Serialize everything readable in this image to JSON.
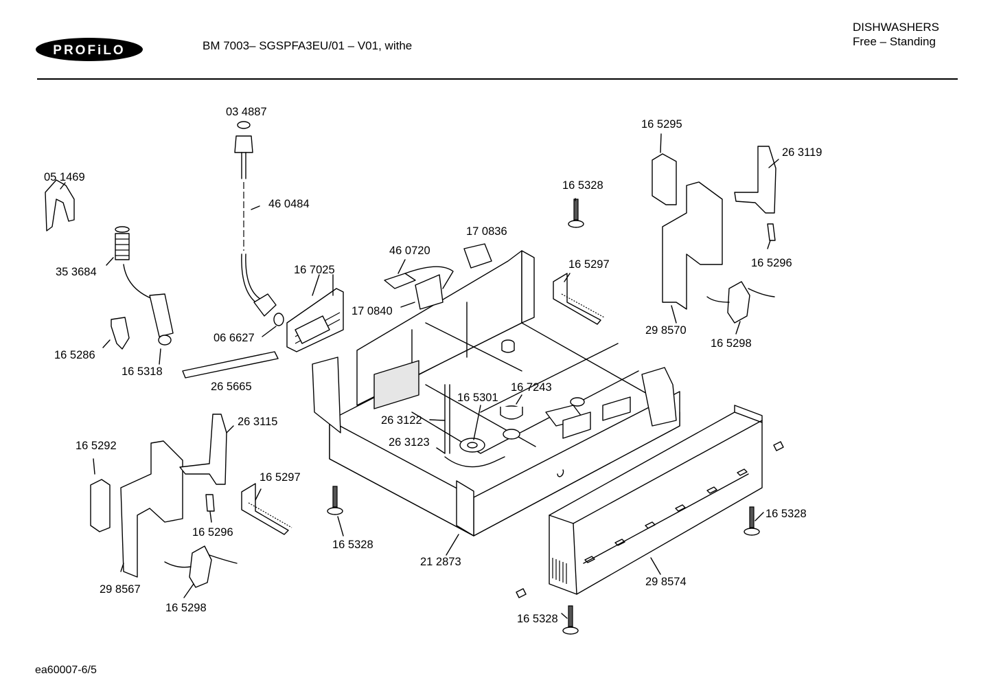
{
  "header": {
    "brand": "PROFiLO",
    "model": "BM 7003– SGSPFA3EU/01 – V01, withe",
    "category_line1": "DISHWASHERS",
    "category_line2": "Free – Standing"
  },
  "footer": {
    "code": "ea60007-6/5"
  },
  "parts": [
    "03 4887",
    "46 0484",
    "05 1469",
    "35 3684",
    "16 5286",
    "16 5318",
    "26 5665",
    "06 6627",
    "16 7025",
    "46 0720",
    "17 0836",
    "17 0840",
    "16 5328",
    "16 5297",
    "16 5295",
    "26 3119",
    "16 5296",
    "29 8570",
    "16 5298",
    "16 7243",
    "16 5301",
    "26 3122",
    "26 3123",
    "26 3115",
    "16 5292",
    "16 5297",
    "16 5296",
    "29 8567",
    "16 5298",
    "16 5328",
    "21 2873",
    "16 5328",
    "29 8574",
    "16 5328"
  ]
}
